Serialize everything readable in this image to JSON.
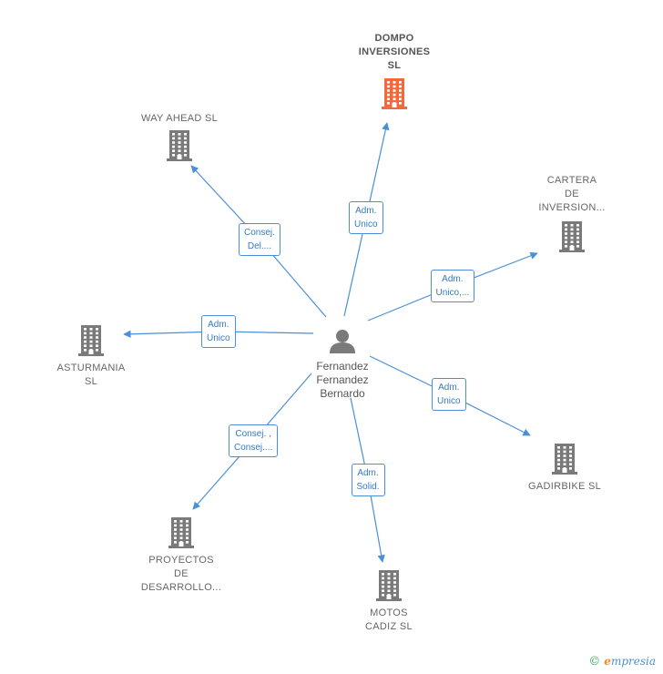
{
  "center": {
    "name_lines": [
      "Fernandez",
      "Fernandez",
      "Bernardo"
    ],
    "icon": "person-icon"
  },
  "companies": [
    {
      "id": "dompo",
      "lines": [
        "DOMPO",
        "INVERSIONES",
        "SL"
      ],
      "highlight": true,
      "icon": "building-icon",
      "color": "#f26a3c"
    },
    {
      "id": "wayahead",
      "lines": [
        "WAY AHEAD SL"
      ],
      "highlight": false,
      "icon": "building-icon",
      "color": "#7a7a7a"
    },
    {
      "id": "cartera",
      "lines": [
        "CARTERA",
        "DE",
        "INVERSION..."
      ],
      "highlight": false,
      "icon": "building-icon",
      "color": "#7a7a7a"
    },
    {
      "id": "asturmania",
      "lines": [
        "ASTURMANIA",
        "SL"
      ],
      "highlight": false,
      "icon": "building-icon",
      "color": "#7a7a7a"
    },
    {
      "id": "gadirbike",
      "lines": [
        "GADIRBIKE SL"
      ],
      "highlight": false,
      "icon": "building-icon",
      "color": "#7a7a7a"
    },
    {
      "id": "proyectos",
      "lines": [
        "PROYECTOS",
        "DE",
        "DESARROLLO..."
      ],
      "highlight": false,
      "icon": "building-icon",
      "color": "#7a7a7a"
    },
    {
      "id": "motos",
      "lines": [
        "MOTOS",
        "CADIZ  SL"
      ],
      "highlight": false,
      "icon": "building-icon",
      "color": "#7a7a7a"
    }
  ],
  "relations": [
    {
      "to": "dompo",
      "lines": [
        "Adm.",
        "Unico"
      ]
    },
    {
      "to": "wayahead",
      "lines": [
        "Consej.",
        "Del...."
      ]
    },
    {
      "to": "cartera",
      "lines": [
        "Adm.",
        "Unico,..."
      ]
    },
    {
      "to": "asturmania",
      "lines": [
        "Adm.",
        "Unico"
      ]
    },
    {
      "to": "gadirbike",
      "lines": [
        "Adm.",
        "Unico"
      ]
    },
    {
      "to": "proyectos",
      "lines": [
        "Consej. ,",
        "Consej...."
      ]
    },
    {
      "to": "motos",
      "lines": [
        "Adm.",
        "Solid."
      ]
    }
  ],
  "colors": {
    "edge": "#4a8fd8",
    "text": "#666666"
  },
  "brand": {
    "copyright": "©",
    "initial": "e",
    "rest": "mpresia"
  }
}
